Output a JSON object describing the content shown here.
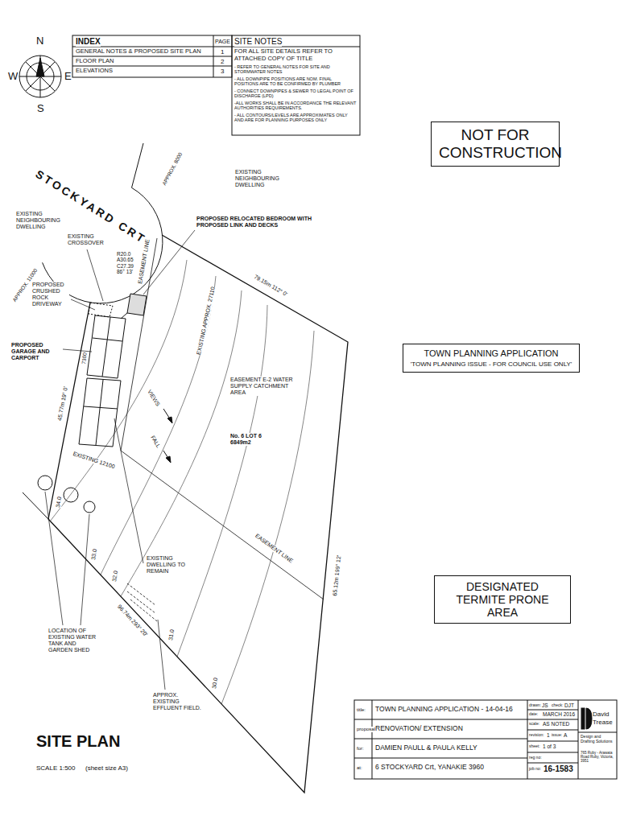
{
  "diagram": {
    "title": "SITE PLAN",
    "nodes": [
      {
        "text": [
          "NOT FOR CONSTRUCTION"
        ]
      },
      {
        "text": [
          "TOWN PLANNING APPLICATION",
          "'TOWN PLANNING ISSUE - FOR COUNCIL USE ONLY'"
        ]
      },
      {
        "text": [
          "DESIGNATED TERMITE PRONE AREA"
        ]
      }
    ],
    "labels": [
      "INDEX",
      "PAGE",
      "SITE NOTES",
      "GENERAL NOTES & PROPOSED SITE PLAN",
      "1",
      "FLOOR PLAN",
      "2",
      "ELEVATIONS",
      "3",
      "FOR ALL SITE DETAILS REFER TO ATTACHED COPY OF TITLE",
      "- REFER TO GENERAL NOTES FOR SITE AND STORMWATER NOTES",
      "- ALL DOWNPIPE POSITIONS ARE NOM. FINAL POSITIONS ARE TO BE CONFIRMED BY PLUMBER",
      "- CONNECT DOWNPIPES & SEWER TO LEGAL POINT OF DISCHARGE (LPD)",
      "-ALL WORKS SHALL BE IN ACCORDANCE THE RELEVANT AUTHORITIES REQUIREMENTS.",
      "- ALL CONTOURS/LEVELS ARE APPROXIMATES ONLY AND ARE FOR PLANNING PURPOSES ONLY",
      "N",
      "S",
      "W",
      "E",
      "STOCKYARD CRT",
      "APPROX. 8000",
      "EXISTING NEIGHBOURING DWELLING",
      "EXISTING NEIGHBOURING DWELLING",
      "PROPOSED RELOCATED BEDROOM WITH PROPOSED LINK AND DECKS",
      "EXISTING CROSSOVER",
      "R20.0 A30.65 C27.39 86° 13'",
      "APPROX. 11000",
      "PROPOSED CRUSHED ROCK DRIVEWAY",
      "PROPOSED GARAGE AND CARPORT",
      "45.77m 19° 0'",
      "7300",
      "EASEMENT LINE",
      "79.15m 112° 0'",
      "EXISTING APPROX. 27110",
      "VIEWS",
      "FALL",
      "EASEMENT E-2 WATER SUPPLY CATCHMENT AREA",
      "No. 6 LOT 6 6849m2",
      "EXISTING 12100",
      "EASEMENT LINE",
      "EXISTING DWELLING TO REMAIN",
      "LOCATION OF EXISTING WATER TANK AND GARDEN SHED",
      "APPROX. EXISTING EFFLUENT FIELD.",
      "65.12m 199° 12'",
      "96.74m 293° 20'",
      "34.0",
      "33.0",
      "32.0",
      "31.0",
      "30.0",
      "SCALE 1:500",
      "(sheet size A3)",
      "title:",
      "TOWN PLANNING APPLICATION - 14-04-16",
      "proposal:",
      "RENOVATION/ EXTENSION",
      "for:",
      "DAMIEN PAULL & PAULA KELLY",
      "at:",
      "6 STOCKYARD Crt, YANAKIE 3960",
      "drawn:",
      "JS",
      "check:",
      "DJT",
      "date:",
      "MARCH 2016",
      "scale:",
      "AS NOTED",
      "revision:",
      "1",
      "issue:",
      "A",
      "sheet:",
      "1 of 3",
      "reg no:",
      "job no:",
      "16-1583",
      "David",
      "Trease",
      "Design and Drafting Solutions",
      "765 Ruby - Arawata Road Ruby, Victoria, 3951"
    ]
  }
}
